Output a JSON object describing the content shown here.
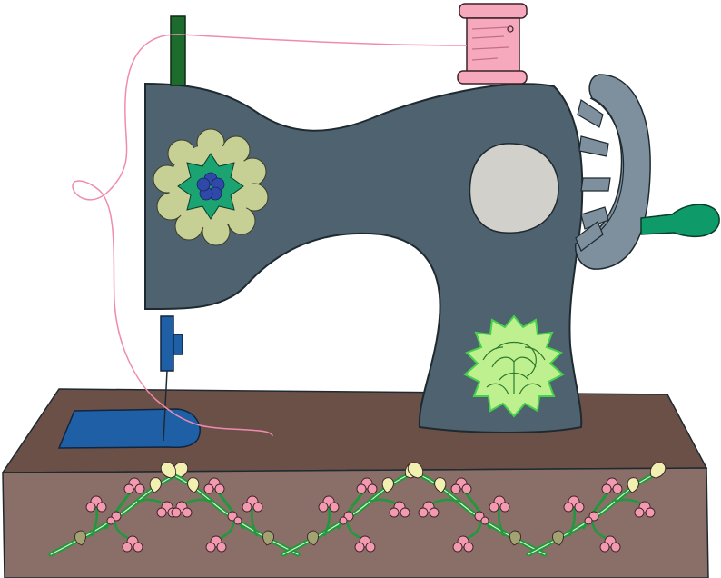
{
  "illustration": {
    "subject": "sewing-machine",
    "colors": {
      "body": "#4f6270",
      "outline": "#1f2a30",
      "base_top": "#6b5048",
      "base_front": "#8a6e68",
      "spool": "#f6a9bd",
      "thread": "#f08bb0",
      "needle_bar": "#1e6b2e",
      "presser": "#1f5fa6",
      "plate": "#1f5fa6",
      "handwheel": "#7e909e",
      "handle": "#0f9a6a",
      "medallion": "#d2d0cb",
      "flower_petal": "#c6cf94",
      "flower_mid": "#1ba371",
      "flower_core": "#2f49a8",
      "flower_lime": "#bff08f",
      "flower_lime_edge": "#46d24a",
      "vine": "#1e9a3c",
      "blossom": "#f49ab0",
      "bud": "#f2f0b0",
      "bud_olive": "#a3a372"
    },
    "vine_motifs": [
      {
        "orientation": "right"
      },
      {
        "orientation": "left"
      },
      {
        "orientation": "right"
      },
      {
        "orientation": "left"
      },
      {
        "orientation": "right"
      }
    ]
  }
}
